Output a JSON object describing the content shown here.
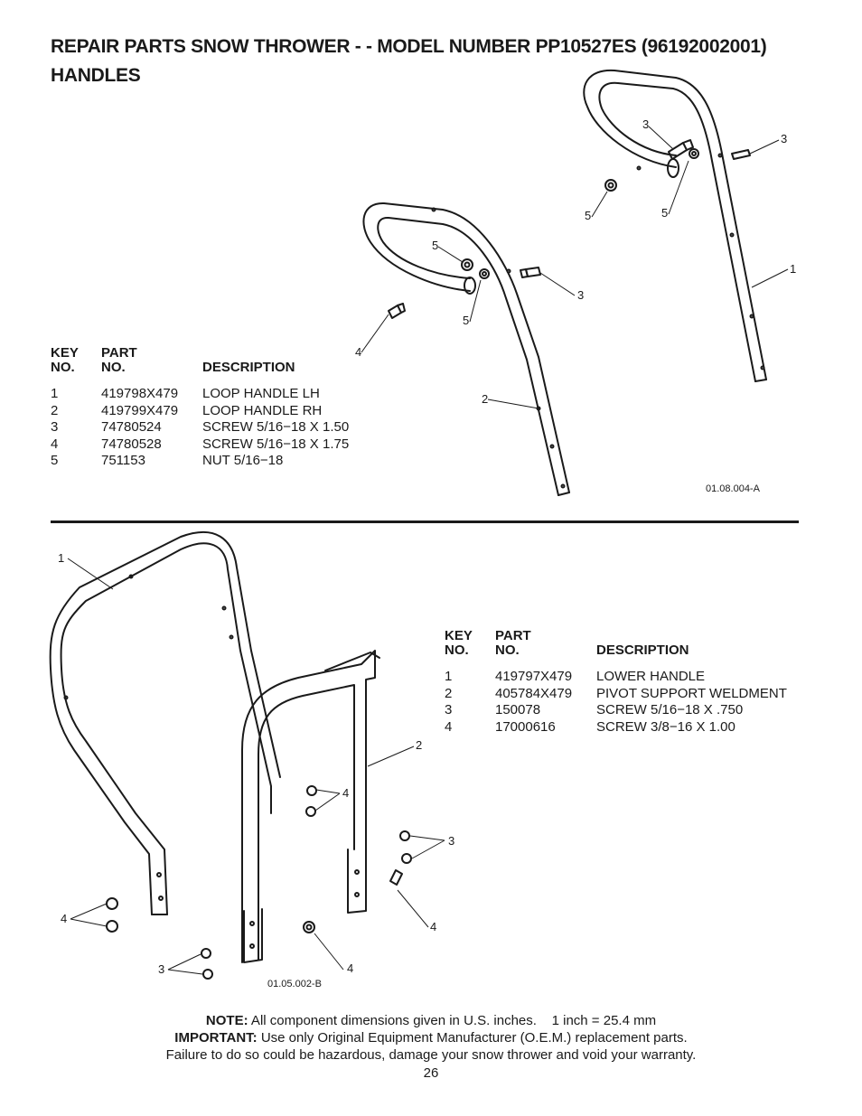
{
  "header": {
    "title_line1": "REPAIR PARTS SNOW THROWER - - MODEL NUMBER PP10527ES (96192002001)",
    "title_line2": "HANDLES"
  },
  "upper_section": {
    "table": {
      "headers": {
        "key_line1": "KEY",
        "key_line2": "NO.",
        "part_line1": "PART",
        "part_line2": "NO.",
        "description": "DESCRIPTION"
      },
      "rows": [
        {
          "key": "1",
          "part": "419798X479",
          "description": "LOOP HANDLE LH"
        },
        {
          "key": "2",
          "part": "419799X479",
          "description": "LOOP HANDLE RH"
        },
        {
          "key": "3",
          "part": "74780524",
          "description": "SCREW 5/16−18 X 1.50"
        },
        {
          "key": "4",
          "part": "74780528",
          "description": "SCREW 5/16−18 X 1.75"
        },
        {
          "key": "5",
          "part": "751153",
          "description": "NUT 5/16−18"
        }
      ]
    },
    "diagram_code": "01.08.004-A",
    "callouts": [
      "3",
      "3",
      "5",
      "5",
      "1",
      "5",
      "3",
      "5",
      "4",
      "2"
    ]
  },
  "lower_section": {
    "table": {
      "headers": {
        "key_line1": "KEY",
        "key_line2": "NO.",
        "part_line1": "PART",
        "part_line2": "NO.",
        "description": "DESCRIPTION"
      },
      "rows": [
        {
          "key": "1",
          "part": "419797X479",
          "description": "LOWER HANDLE"
        },
        {
          "key": "2",
          "part": "405784X479",
          "description": "PIVOT SUPPORT WELDMENT"
        },
        {
          "key": "3",
          "part": "150078",
          "description": "SCREW 5/16−18 X .750"
        },
        {
          "key": "4",
          "part": "17000616",
          "description": "SCREW 3/8−16 X 1.00"
        }
      ]
    },
    "diagram_code": "01.05.002-B",
    "callouts": [
      "1",
      "2",
      "4",
      "3",
      "4",
      "4",
      "3",
      "4"
    ]
  },
  "footer": {
    "note_label": "NOTE:",
    "note_text": " All component dimensions given in U.S. inches.    1 inch = 25.4 mm",
    "important_label": "IMPORTANT:",
    "important_text": " Use only Original Equipment Manufacturer (O.E.M.) replacement parts.",
    "failure_text": "Failure to do so could be hazardous, damage your snow thrower and void your warranty.",
    "page_number": "26"
  }
}
